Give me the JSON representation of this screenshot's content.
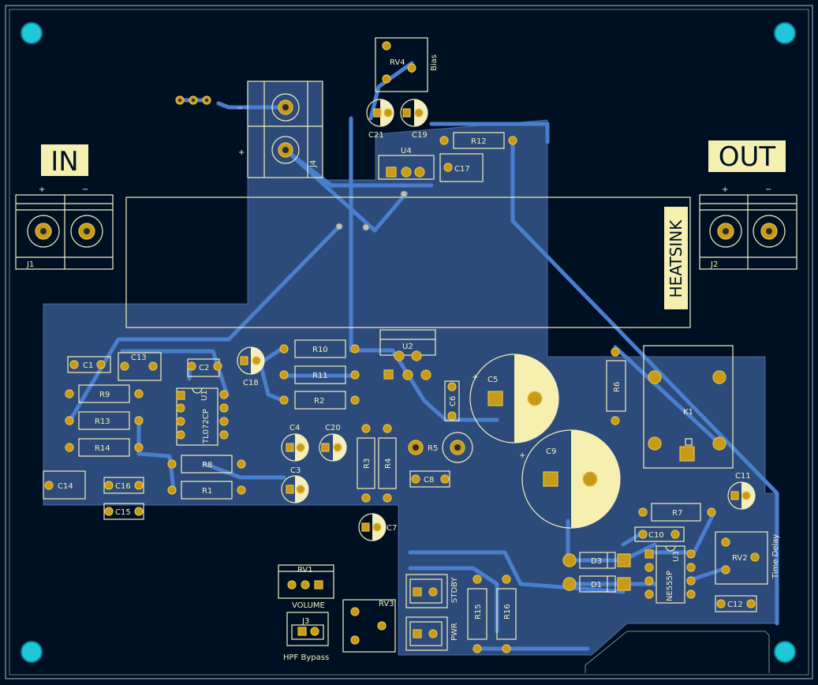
{
  "labels": {
    "in": "IN",
    "out": "OUT",
    "heatsink": "HEATSINK",
    "bias": "Bias",
    "volume": "VOLUME",
    "hpf_bypass": "HPF Bypass",
    "time_delay": "Time Delay",
    "stdby": "STDBY",
    "pwr": "PWR",
    "plus": "+",
    "minus": "−"
  },
  "refs": {
    "J1": "J1",
    "J2": "J2",
    "J3": "J3",
    "J4": "J4",
    "RV1": "RV1",
    "RV2": "RV2",
    "RV3": "RV3",
    "RV4": "RV4",
    "U1": "U1",
    "U2": "U2",
    "U3": "U3",
    "U4": "U4",
    "tl072": "TL072CP",
    "ne555": "NE555P",
    "K1": "K1",
    "C1": "C1",
    "C2": "C2",
    "C3": "C3",
    "C4": "C4",
    "C5": "C5",
    "C6": "C6",
    "C7": "C7",
    "C8": "C8",
    "C9": "C9",
    "C10": "C10",
    "C11": "C11",
    "C12": "C12",
    "C13": "C13",
    "C14": "C14",
    "C15": "C15",
    "C16": "C16",
    "C17": "C17",
    "C18": "C18",
    "C19": "C19",
    "C20": "C20",
    "C21": "C21",
    "R1": "R1",
    "R2": "R2",
    "R3": "R3",
    "R4": "R4",
    "R5": "R5",
    "R6": "R6",
    "R7": "R7",
    "R8": "R8",
    "R9": "R9",
    "R10": "R10",
    "R11": "R11",
    "R12": "R12",
    "R13": "R13",
    "R14": "R14",
    "R15": "R15",
    "R16": "R16",
    "D1": "D1",
    "D3": "D3"
  },
  "colors": {
    "board": "#001023",
    "copper_fill": "#2f4f80",
    "trace": "#4a7fd0",
    "silkscreen": "#f2eebe",
    "pad": "#c89a1a",
    "mounting_hole": "#1ec8d8"
  }
}
